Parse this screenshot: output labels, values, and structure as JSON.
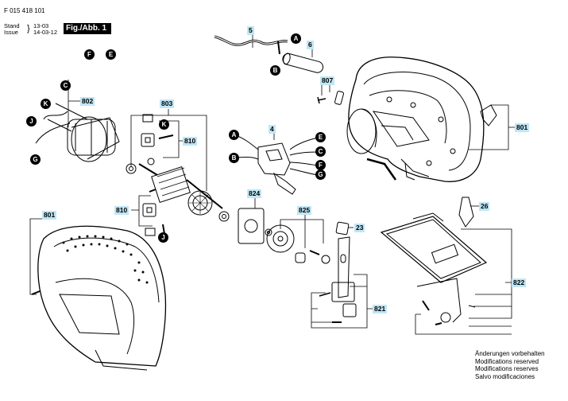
{
  "header": {
    "doc_number": "F 015 418 101",
    "stand_label": "Stand",
    "issue_label": "Issue",
    "stand_value": "13-03",
    "issue_value": "14-03-12",
    "fig_label": "Fig./Abb. 1"
  },
  "part_labels": [
    "5",
    "6",
    "807",
    "4",
    "801",
    "802",
    "803",
    "810",
    "824",
    "825",
    "23",
    "26",
    "801",
    "810",
    "822",
    "821"
  ],
  "callouts": [
    "A",
    "B",
    "F",
    "E",
    "C",
    "K",
    "J",
    "G",
    "K",
    "A",
    "E",
    "B",
    "C",
    "F",
    "G",
    "J"
  ],
  "footer": [
    "Änderungen vorbehalten",
    "Modifications reserved",
    "Modifications reserves",
    "Salvo modificaciones"
  ]
}
